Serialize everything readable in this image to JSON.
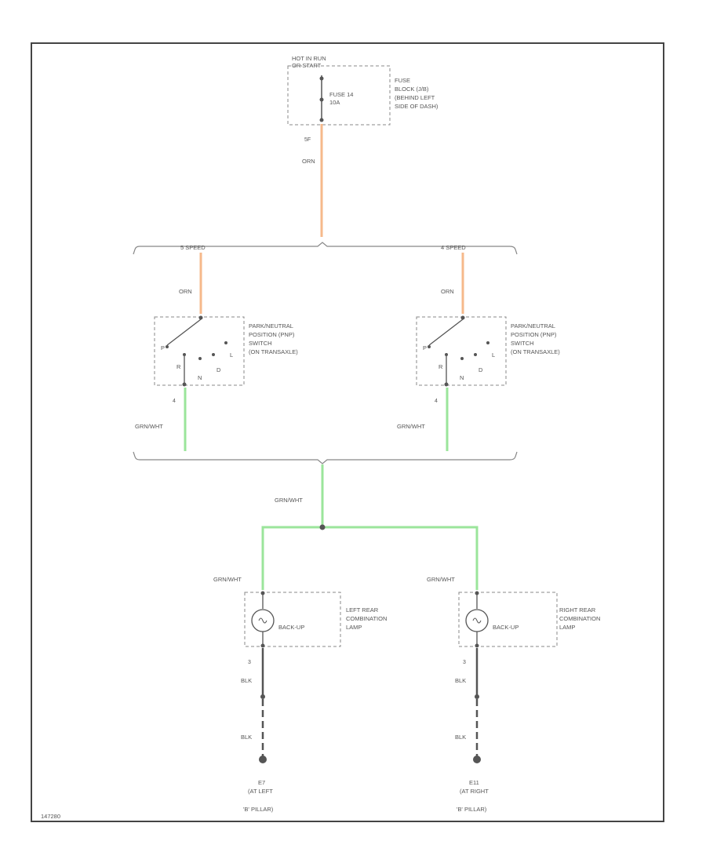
{
  "diagram_id": "147280",
  "fuse": {
    "supply": [
      "HOT IN RUN",
      "OR START"
    ],
    "name": [
      "FUSE 14",
      "10A"
    ],
    "block": [
      "FUSE",
      "BLOCK (J/B)",
      "(BEHIND LEFT",
      "SIDE OF DASH)"
    ],
    "pin": "5F"
  },
  "wire_orn": "ORN",
  "wire_grnwht": "GRN/WHT",
  "wire_blk": "BLK",
  "variant_left": "5 SPEED",
  "variant_right": "4 SPEED",
  "switch": {
    "label": [
      "PARK/NEUTRAL",
      "POSITION (PNP)",
      "SWITCH",
      "(ON TRANSAXLE)"
    ],
    "pos_p": "P",
    "pos_r": "R",
    "pos_n": "N",
    "pos_d": "D",
    "pos_l": "L",
    "pin_out": "4"
  },
  "left_lamp": {
    "label": [
      "LEFT REAR",
      "COMBINATION",
      "LAMP"
    ],
    "bulb": "BACK-UP",
    "pin_out": "3"
  },
  "right_lamp": {
    "label": [
      "RIGHT REAR",
      "COMBINATION",
      "LAMP"
    ],
    "bulb": "BACK-UP",
    "pin_out": "3"
  },
  "ground_left": [
    "E7",
    "(AT LEFT",
    "'B' PILLAR)"
  ],
  "ground_right": [
    "E11",
    "(AT RIGHT",
    "'B' PILLAR)"
  ],
  "colors": {
    "orn": "#f6b98b",
    "grn_wht": "#9be59b",
    "line": "#555555",
    "border": "#444444"
  }
}
